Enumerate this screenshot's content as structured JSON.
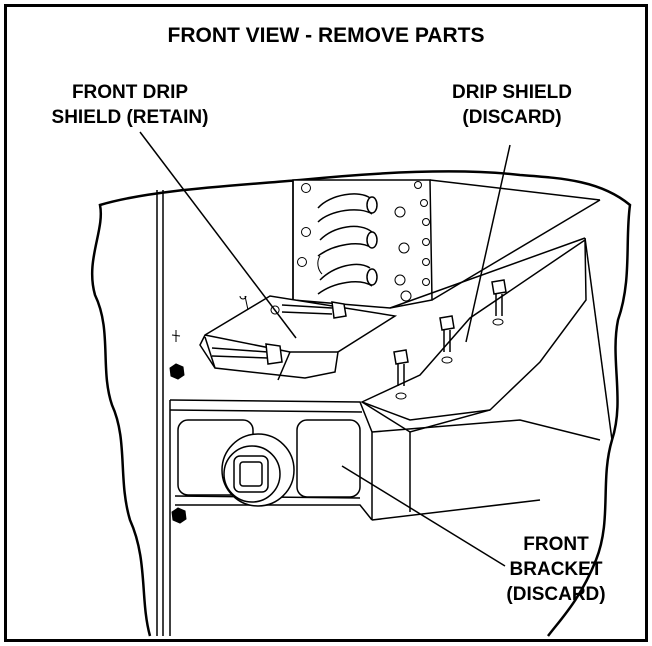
{
  "title": "FRONT VIEW - REMOVE PARTS",
  "labels": {
    "front_drip_shield": [
      "FRONT DRIP",
      "SHIELD (RETAIN)"
    ],
    "drip_shield": [
      "DRIP SHIELD",
      "(DISCARD)"
    ],
    "front_bracket": [
      "FRONT",
      "BRACKET",
      "(DISCARD)"
    ]
  }
}
